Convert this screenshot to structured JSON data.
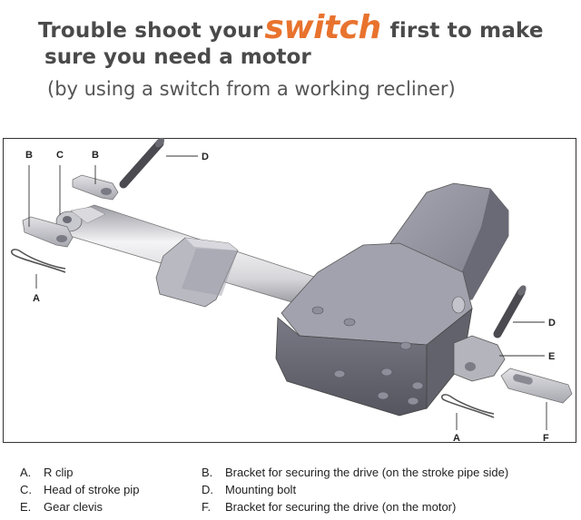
{
  "header": {
    "line1_before": "Trouble shoot your",
    "line1_accent": "switch",
    "line1_after": "first to make",
    "line2": "sure you need a motor",
    "line3": "(by using a switch from a working recliner)",
    "accent_color": "#e8732e",
    "text_color": "#4a4a4a"
  },
  "diagram": {
    "callouts": [
      "B",
      "C",
      "B",
      "D",
      "A",
      "D",
      "E",
      "A",
      "F"
    ]
  },
  "legend": {
    "items": [
      {
        "letter": "A.",
        "text": "R clip"
      },
      {
        "letter": "B.",
        "text": "Bracket for securing the drive (on the stroke pipe side)"
      },
      {
        "letter": "C.",
        "text": "Head of stroke pip"
      },
      {
        "letter": "D.",
        "text": "Mounting bolt"
      },
      {
        "letter": "E.",
        "text": "Gear clevis"
      },
      {
        "letter": "F.",
        "text": "Bracket for securing the drive (on the motor)"
      }
    ]
  }
}
